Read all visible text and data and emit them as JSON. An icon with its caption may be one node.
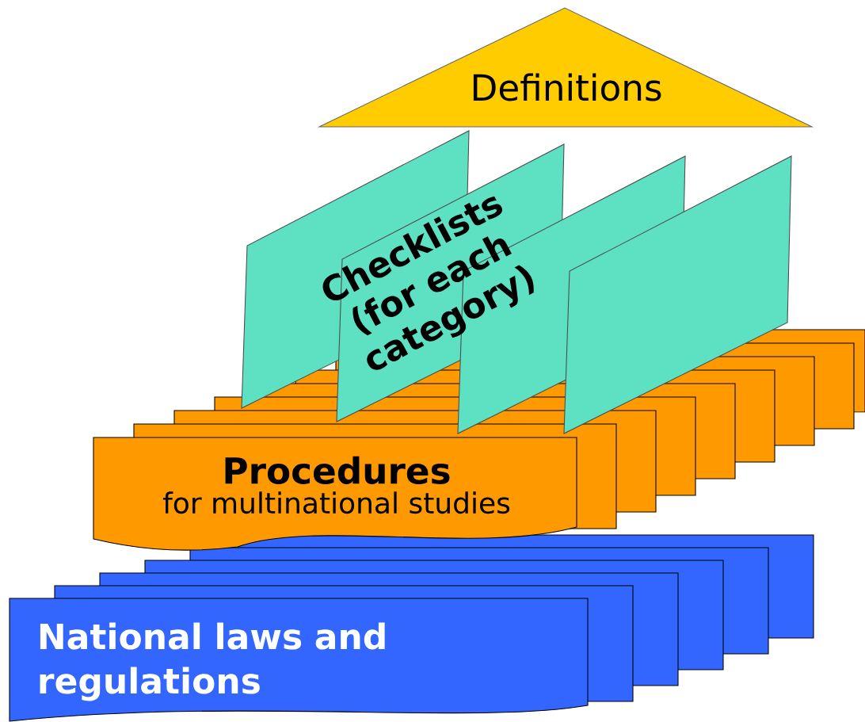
{
  "diagram": {
    "nodes": [
      {
        "text": [
          "Definitions"
        ]
      },
      {
        "text": [
          "Procedures",
          "for multinational studies"
        ]
      },
      {
        "text": [
          "National laws and regulations"
        ]
      }
    ],
    "labels": [
      "Checklists (for each category)"
    ]
  }
}
